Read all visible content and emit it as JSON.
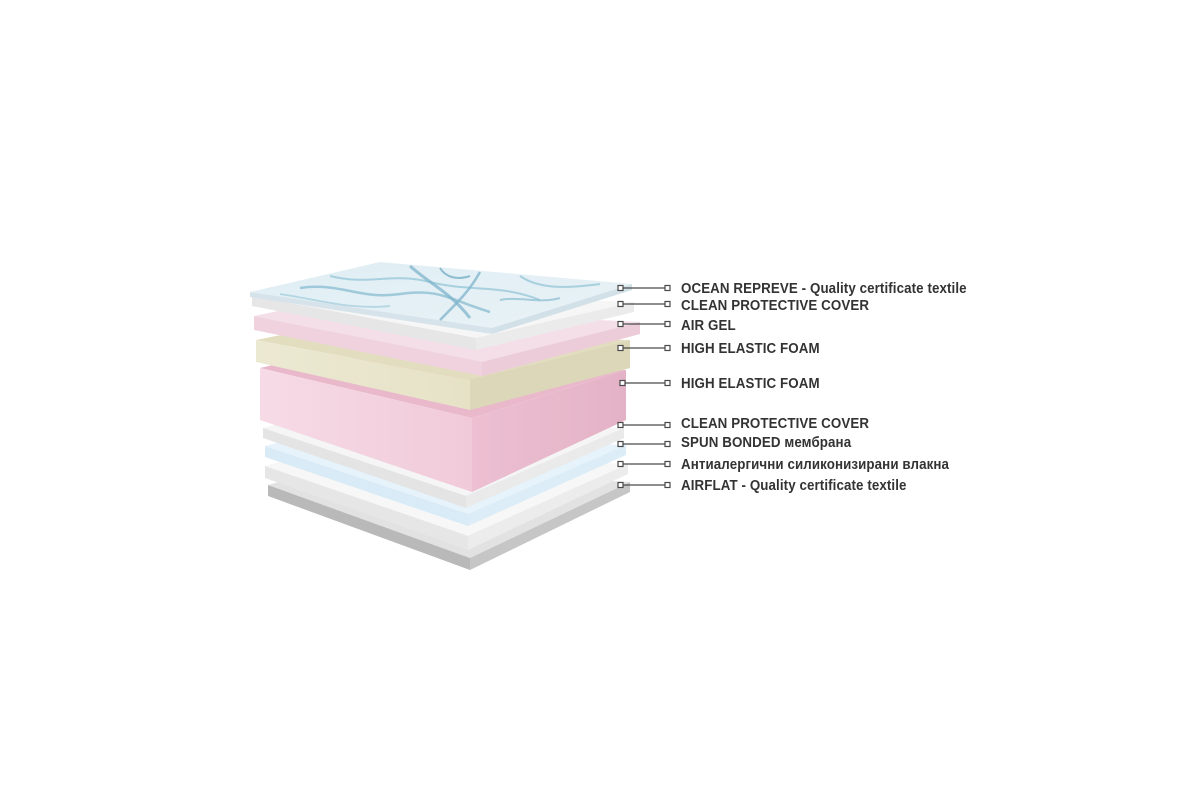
{
  "layers": [
    {
      "id": "ocean-repreve",
      "name": "OCEAN REPREVE",
      "suffix": " - Quality certificate textile",
      "color": "#e6eff3",
      "pattern": "marble-blue"
    },
    {
      "id": "clean-protective-cover-top",
      "name": "CLEAN PROTECTIVE COVER",
      "suffix": "",
      "color": "#f2f2f2"
    },
    {
      "id": "air-gel",
      "name": "AIR GEL",
      "suffix": "",
      "color": "#f2dce6"
    },
    {
      "id": "high-elastic-foam-cream",
      "name": "HIGH ELASTIC FOAM",
      "suffix": "",
      "color": "#e9e6cf"
    },
    {
      "id": "high-elastic-foam-pink",
      "name": "HIGH ELASTIC FOAM",
      "suffix": "",
      "color": "#f1cfdc"
    },
    {
      "id": "clean-protective-cover-bottom",
      "name": "CLEAN PROTECTIVE COVER",
      "suffix": "",
      "color": "#f0f0f0"
    },
    {
      "id": "spun-bonded",
      "name": "SPUN BONDED",
      "suffix": " мембрана",
      "color": "#f5f5f5"
    },
    {
      "id": "antiallergic-fibers",
      "name": "Антиалергични силиконизирани влакна",
      "suffix": "",
      "color": "#e3f1fa"
    },
    {
      "id": "airflat",
      "name": "AIRFLAT",
      "suffix": " - Quality certificate textile",
      "color": "#d9d9d9"
    }
  ]
}
